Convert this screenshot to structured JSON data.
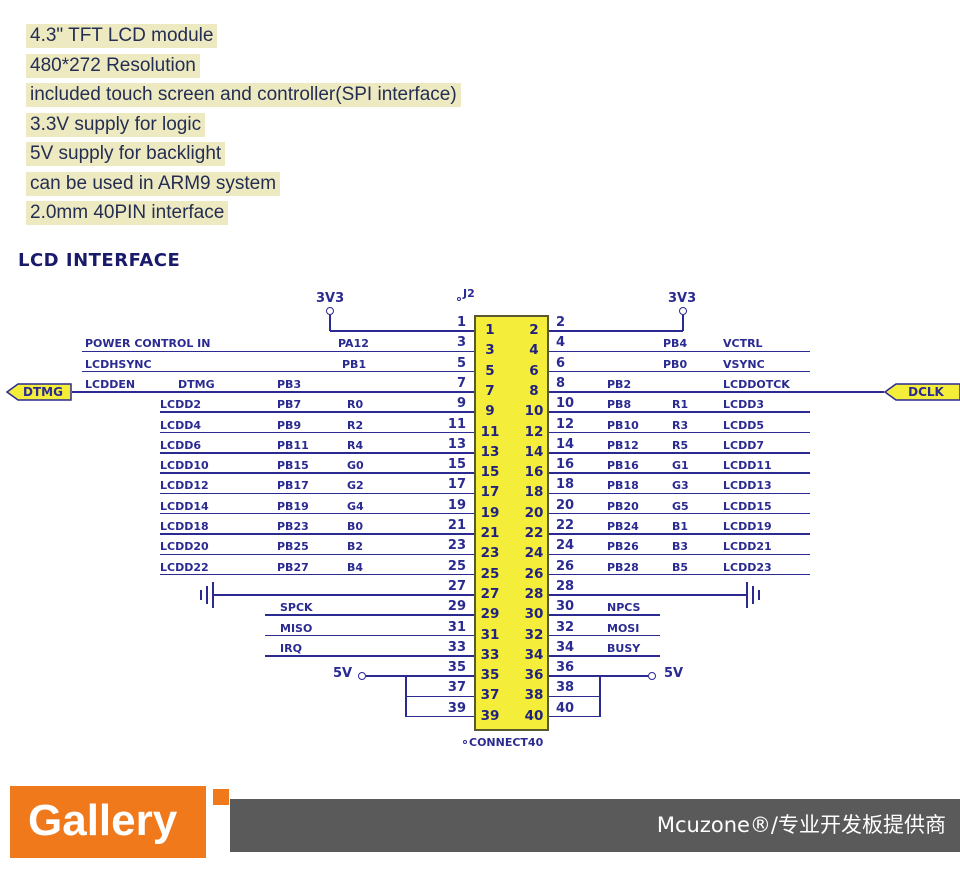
{
  "specs": {
    "lines": [
      "4.3\" TFT LCD module",
      "480*272 Resolution",
      "included touch screen and controller(SPI interface)",
      "3.3V supply for logic",
      "5V supply for backlight",
      "can be used in ARM9 system",
      "2.0mm 40PIN  interface"
    ]
  },
  "schematic": {
    "title": "LCD INTERFACE",
    "connector_ref": "J2",
    "connector_name": "CONNECT40",
    "rail_3v3": "3V3",
    "rail_5v": "5V",
    "offpage_left": "DTMG",
    "offpage_right": "DCLK",
    "colors": {
      "wire": "#2a2a91",
      "connector_fill": "#f4ee3b",
      "connector_border": "#595930"
    },
    "left_rows": [
      {
        "pin": "1"
      },
      {
        "pin": "3",
        "name": "POWER CONTROL IN",
        "port": "PA12"
      },
      {
        "pin": "5",
        "name": "LCDHSYNC",
        "port": "PB1"
      },
      {
        "pin": "7",
        "name": "LCDDEN",
        "name2": "DTMG",
        "port": "PB3"
      },
      {
        "pin": "9",
        "name": "LCDD2",
        "port": "PB7",
        "bit": "R0"
      },
      {
        "pin": "11",
        "name": "LCDD4",
        "port": "PB9",
        "bit": "R2"
      },
      {
        "pin": "13",
        "name": "LCDD6",
        "port": "PB11",
        "bit": "R4"
      },
      {
        "pin": "15",
        "name": "LCDD10",
        "port": "PB15",
        "bit": "G0"
      },
      {
        "pin": "17",
        "name": "LCDD12",
        "port": "PB17",
        "bit": "G2"
      },
      {
        "pin": "19",
        "name": "LCDD14",
        "port": "PB19",
        "bit": "G4"
      },
      {
        "pin": "21",
        "name": "LCDD18",
        "port": "PB23",
        "bit": "B0"
      },
      {
        "pin": "23",
        "name": "LCDD20",
        "port": "PB25",
        "bit": "B2"
      },
      {
        "pin": "25",
        "name": "LCDD22",
        "port": "PB27",
        "bit": "B4"
      },
      {
        "pin": "27",
        "gnd": true
      },
      {
        "pin": "29",
        "name": "SPCK"
      },
      {
        "pin": "31",
        "name": "MISO"
      },
      {
        "pin": "33",
        "name": "IRQ"
      },
      {
        "pin": "35",
        "v5": true
      },
      {
        "pin": "37"
      },
      {
        "pin": "39"
      }
    ],
    "right_rows": [
      {
        "pin": "2",
        "v33": true
      },
      {
        "pin": "4",
        "port": "PB4",
        "name": "VCTRL"
      },
      {
        "pin": "6",
        "port": "PB0",
        "name": "VSYNC"
      },
      {
        "pin": "8",
        "port": "PB2",
        "name": "LCDDOTCK"
      },
      {
        "pin": "10",
        "port": "PB8",
        "bit": "R1",
        "name": "LCDD3"
      },
      {
        "pin": "12",
        "port": "PB10",
        "bit": "R3",
        "name": "LCDD5"
      },
      {
        "pin": "14",
        "port": "PB12",
        "bit": "R5",
        "name": "LCDD7"
      },
      {
        "pin": "16",
        "port": "PB16",
        "bit": "G1",
        "name": "LCDD11"
      },
      {
        "pin": "18",
        "port": "PB18",
        "bit": "G3",
        "name": "LCDD13"
      },
      {
        "pin": "20",
        "port": "PB20",
        "bit": "G5",
        "name": "LCDD15"
      },
      {
        "pin": "22",
        "port": "PB24",
        "bit": "B1",
        "name": "LCDD19"
      },
      {
        "pin": "24",
        "port": "PB26",
        "bit": "B3",
        "name": "LCDD21"
      },
      {
        "pin": "26",
        "port": "PB28",
        "bit": "B5",
        "name": "LCDD23"
      },
      {
        "pin": "28",
        "gnd": true
      },
      {
        "pin": "30",
        "name": "NPCS"
      },
      {
        "pin": "32",
        "name": "MOSI"
      },
      {
        "pin": "34",
        "name": "BUSY"
      },
      {
        "pin": "36",
        "v5": true
      },
      {
        "pin": "38"
      },
      {
        "pin": "40"
      }
    ]
  },
  "footer": {
    "gallery_label": "Gallery",
    "brand_text": "Mcuzone®/专业开发板提供商",
    "accent_color": "#f0791c",
    "bar_color": "#5a5a5a"
  }
}
